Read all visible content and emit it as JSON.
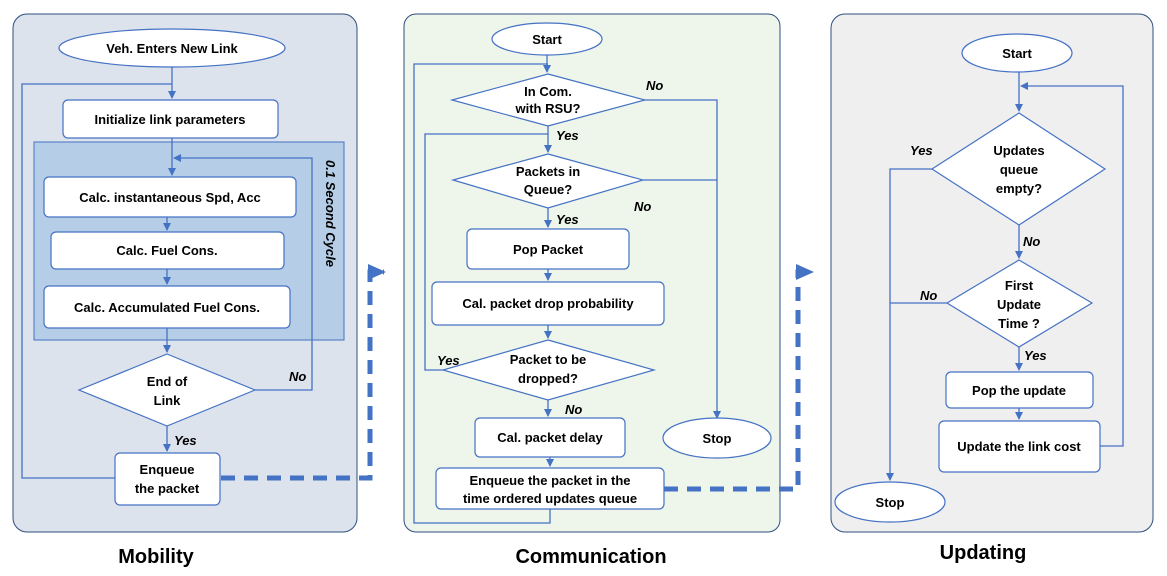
{
  "panels": {
    "mobility": {
      "title": "Mobility",
      "start": "Veh. Enters New Link",
      "init": "Initialize link parameters",
      "cycle_label": "0.1 Second Cycle",
      "calc_spd": "Calc. instantaneous Spd,  Acc",
      "calc_fuel": "Calc. Fuel Cons.",
      "calc_acc_fuel": "Calc. Accumulated Fuel Cons.",
      "end_link": [
        "End of",
        "Link"
      ],
      "no": "No",
      "yes": "Yes",
      "enqueue": [
        "Enqueue",
        "the packet"
      ]
    },
    "communication": {
      "title": "Communication",
      "start": "Start",
      "in_com": [
        "In Com.",
        "with RSU?"
      ],
      "no1": "No",
      "yes1": "Yes",
      "packets_in_queue": [
        "Packets in",
        "Queue?"
      ],
      "no2": "No",
      "yes2": "Yes",
      "pop_packet": "Pop Packet",
      "drop_prob": "Cal. packet drop probability",
      "to_be_dropped": [
        "Packet to be",
        "dropped?"
      ],
      "yes3": "Yes",
      "no3": "No",
      "delay": "Cal. packet delay",
      "enqueue_ordered": [
        "Enqueue the packet in the",
        "time ordered updates queue"
      ],
      "stop": "Stop"
    },
    "updating": {
      "title": "Updating",
      "start": "Start",
      "queue_empty": [
        "Updates",
        "queue",
        "empty?"
      ],
      "yes1": "Yes",
      "no1": "No",
      "first_update": [
        "First",
        "Update",
        "Time ?"
      ],
      "no2": "No",
      "yes2": "Yes",
      "pop_update": "Pop the update",
      "update_cost": "Update the link cost",
      "stop": "Stop"
    }
  },
  "colors": {
    "panel_mobility": "#dde3ec",
    "panel_communication": "#eef5ea",
    "panel_updating": "#efefef",
    "cycle_fill": "#b6cde8",
    "line": "#4472c4",
    "panel_border": "#2f4f7f"
  }
}
